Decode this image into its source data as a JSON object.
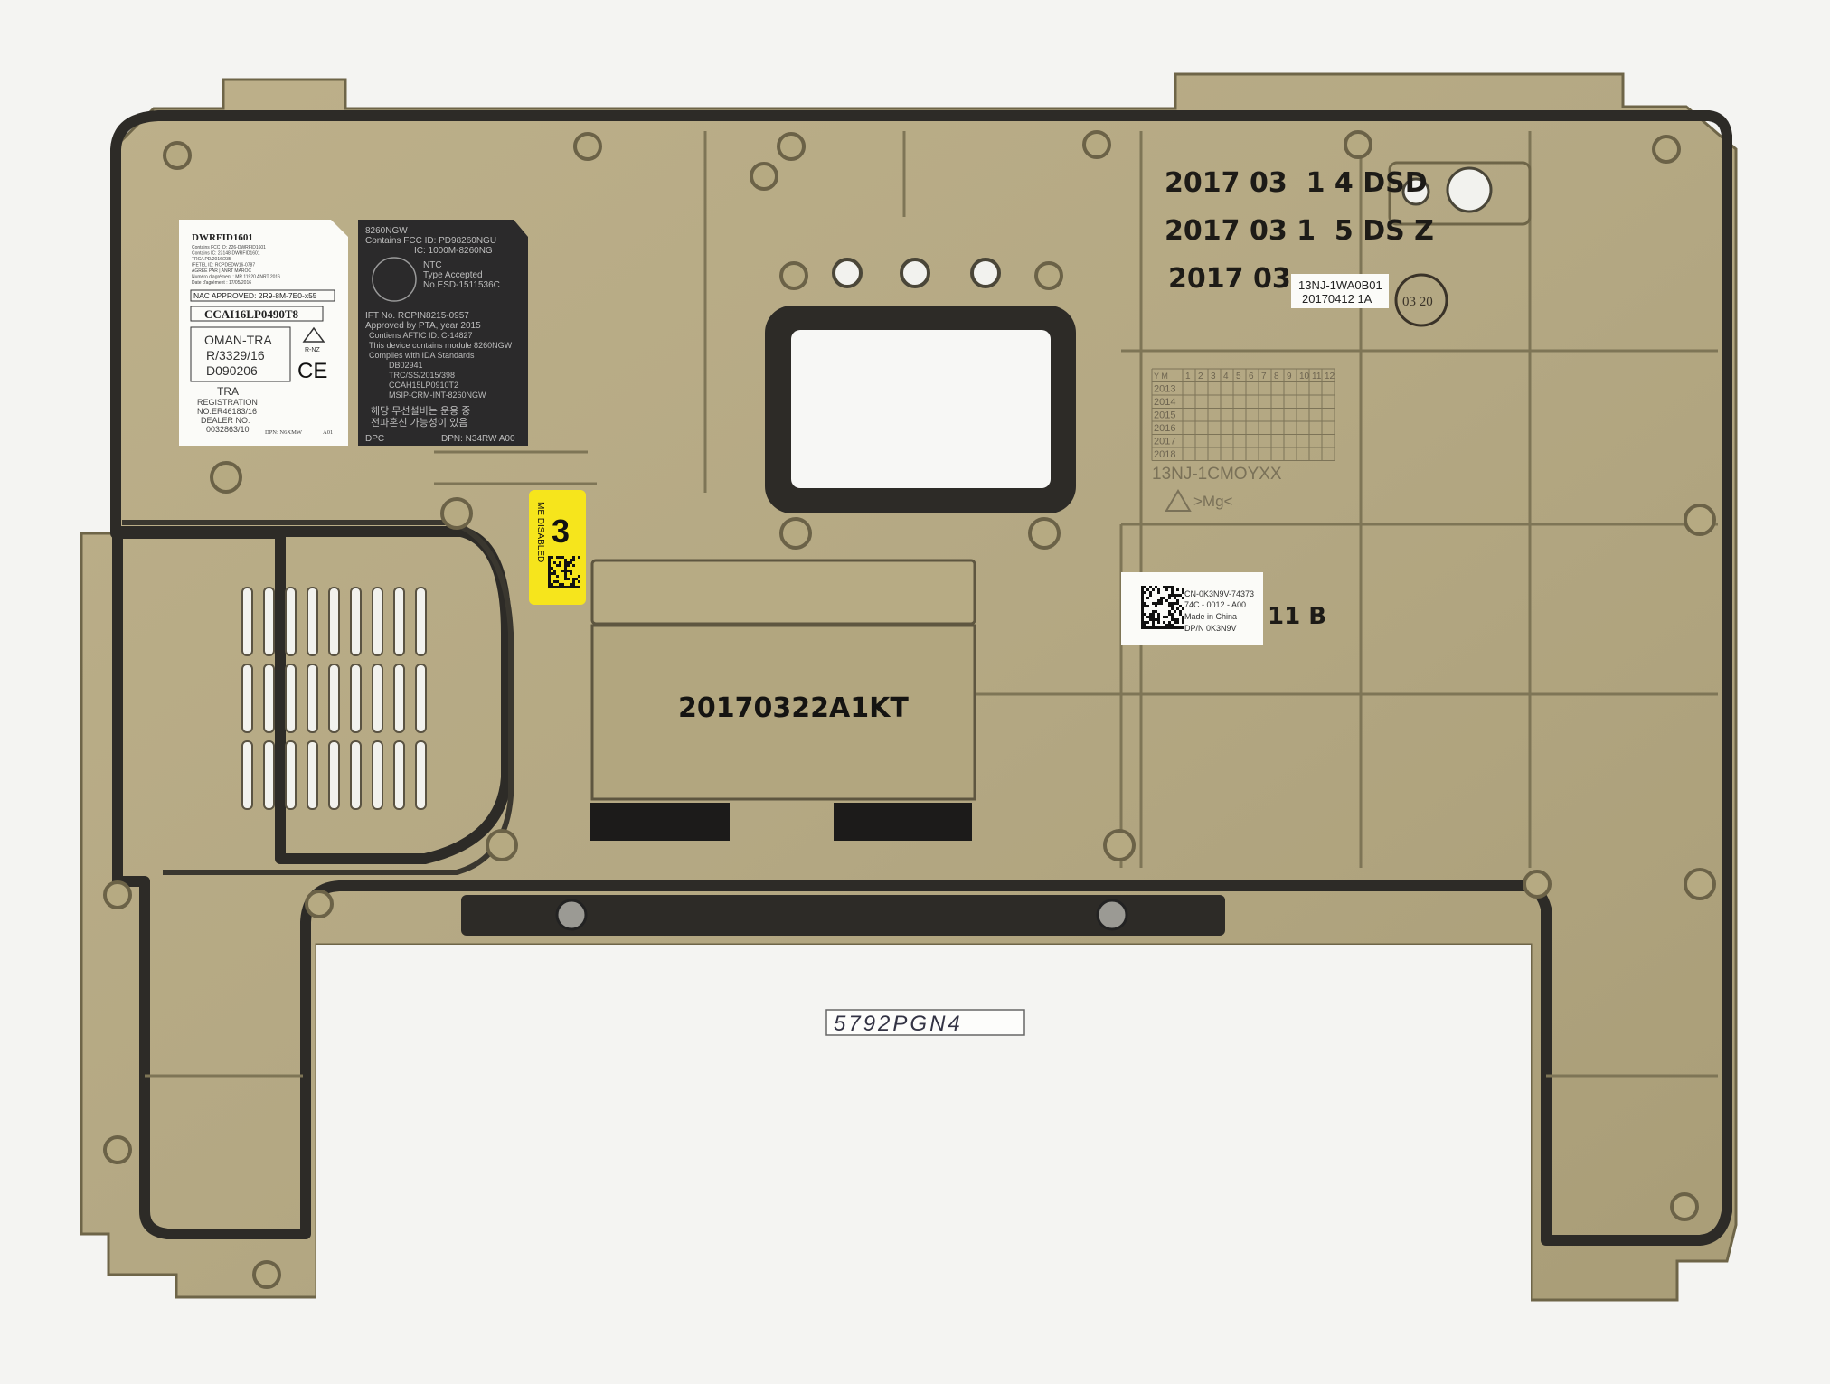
{
  "colors": {
    "background": "#f4f4f2",
    "panel": "#b9ad87",
    "gasket": "#2d2b27",
    "label_white": "#fbfbf8",
    "label_black": "#2b2a2b",
    "label_yellow": "#f6e51c"
  },
  "wifi_label": {
    "title": "DWRFID1601",
    "lines": [
      "Contains FCC ID: Z26-DWRFID1601",
      "Contains IC: 23148-DWRFID1601",
      "TRC/LPD/2016/235",
      "IFETEL ID: RCPDEDW16-0787",
      "AGREE PAR | ANRT MAROC",
      "Numéro d'agrément : MR 11920 ANRT 2016",
      "Date d'agrément : 17/05/2016"
    ],
    "nac": "NAC APPROVED: 2R9-8M-7E0-x55",
    "ccai": "CCAI16LP0490T8",
    "oman": [
      "OMAN-TRA",
      "R/3329/16",
      "D090206"
    ],
    "rnz": "R-NZ",
    "ce": "CE",
    "tra": [
      "TRA",
      "REGISTRATION",
      "NO.ER46183/16",
      "DEALER NO:",
      "0032863/10"
    ],
    "dpn": "DPN: N6XMW",
    "rev": "A01"
  },
  "wwan_label": {
    "lines_top": [
      "8260NGW",
      "Contains FCC ID: PD98260NGU",
      "IC: 1000M-8260NG"
    ],
    "ntc": [
      "NTC",
      "Type Accepted",
      "No.ESD-1511536C"
    ],
    "lines_mid": [
      "IFT No. RCPIN8215-0957",
      "Approved by PTA, year 2015",
      "Contiens AFTIC ID: C-14827",
      "This device contains module 8260NGW",
      "Complies with IDA Standards",
      "DB02941",
      "TRC/SS/2015/398",
      "CCAH15LP0910T2",
      "MSIP-CRM-INT-8260NGW"
    ],
    "korean": [
      "해당 무선설비는 운용 중",
      "전파혼신 가능성이 있음"
    ],
    "dpc": "DPC",
    "dpn": "DPN: N34RW A00"
  },
  "yellow_label": {
    "number": "3",
    "text": "ME DISABLED"
  },
  "stamps": {
    "dates": [
      "2017 03  1 4 DSD",
      "2017 03 1  5 DS Z",
      "2017 03"
    ],
    "box_code": "20170322A1KT",
    "side_code": "11 B",
    "circle_stamp": "03 20"
  },
  "part_label": {
    "line1": "13NJ-1WA0B01",
    "line2": "20170412 1A"
  },
  "date_grid": {
    "months": [
      "1",
      "2",
      "3",
      "4",
      "5",
      "6",
      "7",
      "8",
      "9",
      "10",
      "11",
      "12"
    ],
    "years": [
      "2013",
      "2014",
      "2015",
      "2016",
      "2017",
      "2018"
    ],
    "corner": "Y  M"
  },
  "molded_text": {
    "part_no": "13NJ-1CMOYXX",
    "material": ">Mg<"
  },
  "dell_label": {
    "lines": [
      "CN-0K3N9V-74373",
      "74C - 0012 - A00",
      "Made in China",
      "DP/N 0K3N9V"
    ]
  },
  "handwritten_tag": "5792PGN4"
}
